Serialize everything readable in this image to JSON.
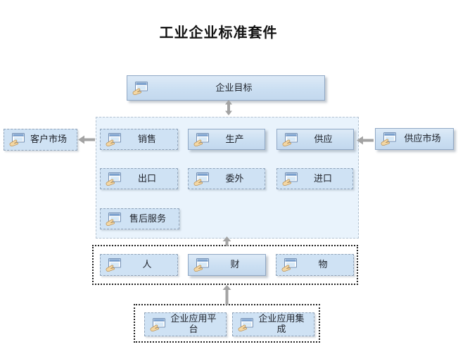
{
  "title": "工业企业标准套件",
  "nodes": {
    "goal": {
      "label": "企业目标"
    },
    "customer_market": {
      "label": "客户市场"
    },
    "supply_market": {
      "label": "供应市场"
    },
    "sales": {
      "label": "销售"
    },
    "production": {
      "label": "生产"
    },
    "supply": {
      "label": "供应"
    },
    "export": {
      "label": "出口"
    },
    "outsourcing": {
      "label": "委外"
    },
    "import": {
      "label": "进口"
    },
    "after_sales": {
      "label": "售后服务"
    },
    "people": {
      "label": "人"
    },
    "finance": {
      "label": "财"
    },
    "material": {
      "label": "物"
    },
    "app_platform": {
      "label": "企业应用平台"
    },
    "app_integration": {
      "label": "企业应用集成"
    }
  },
  "icons": {
    "node_icon": "form-hand-icon"
  },
  "colors": {
    "box_fill_dashed": "#cfe2f4",
    "box_fill_solid_top": "#ddeaf7",
    "box_fill_solid_bottom": "#c3d8ee",
    "box_border": "#90a8c5",
    "container_fill": "#e9f3fc",
    "container_border_dark": "#222222",
    "arrow": "#a3a3a3"
  }
}
